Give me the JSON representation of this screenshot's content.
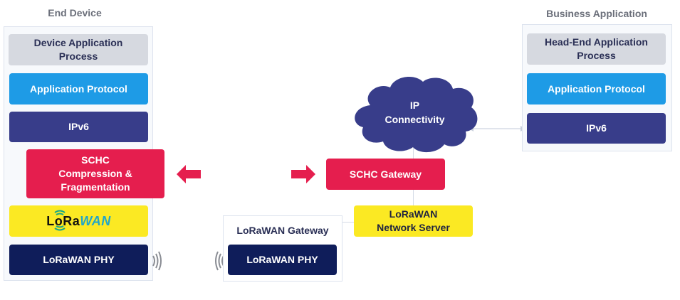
{
  "end_device": {
    "title": "End Device",
    "layers": [
      {
        "label": "Device Application Process",
        "color": "#d6d9e0"
      },
      {
        "label": "Application Protocol",
        "color": "#1e9be6"
      },
      {
        "label": "IPv6",
        "color": "#383d8a"
      },
      {
        "label": "SCHC Compression & Fragmentation",
        "color": "#e51e4e"
      },
      {
        "label": "LoRaWAN",
        "logo_parts": [
          "LoRa",
          "WAN"
        ],
        "color": "#fbe923"
      },
      {
        "label": "LoRaWAN PHY",
        "color": "#0f1d5a"
      }
    ]
  },
  "network": {
    "cloud": {
      "line1": "IP",
      "line2": "Connectivity",
      "color": "#383d8a"
    },
    "schc_gateway": {
      "label": "SCHC Gateway",
      "color": "#e51e4e"
    },
    "network_server": {
      "line1": "LoRaWAN",
      "line2": "Network Server",
      "color": "#fbe923"
    },
    "lorawan_gateway": {
      "title": "LoRaWAN Gateway",
      "phy_label": "LoRaWAN PHY"
    }
  },
  "business_application": {
    "title": "Business Application",
    "layers": [
      {
        "label": "Head-End Application Process",
        "color": "#d6d9e0"
      },
      {
        "label": "Application Protocol",
        "color": "#1e9be6"
      },
      {
        "label": "IPv6",
        "color": "#383d8a"
      }
    ]
  },
  "arrows": {
    "color": "#e51e4e",
    "left": "arrow-left",
    "right": "arrow-right"
  },
  "icons": {
    "radio_waves_device": "radio-waves-right",
    "radio_waves_gateway": "radio-waves-left"
  }
}
